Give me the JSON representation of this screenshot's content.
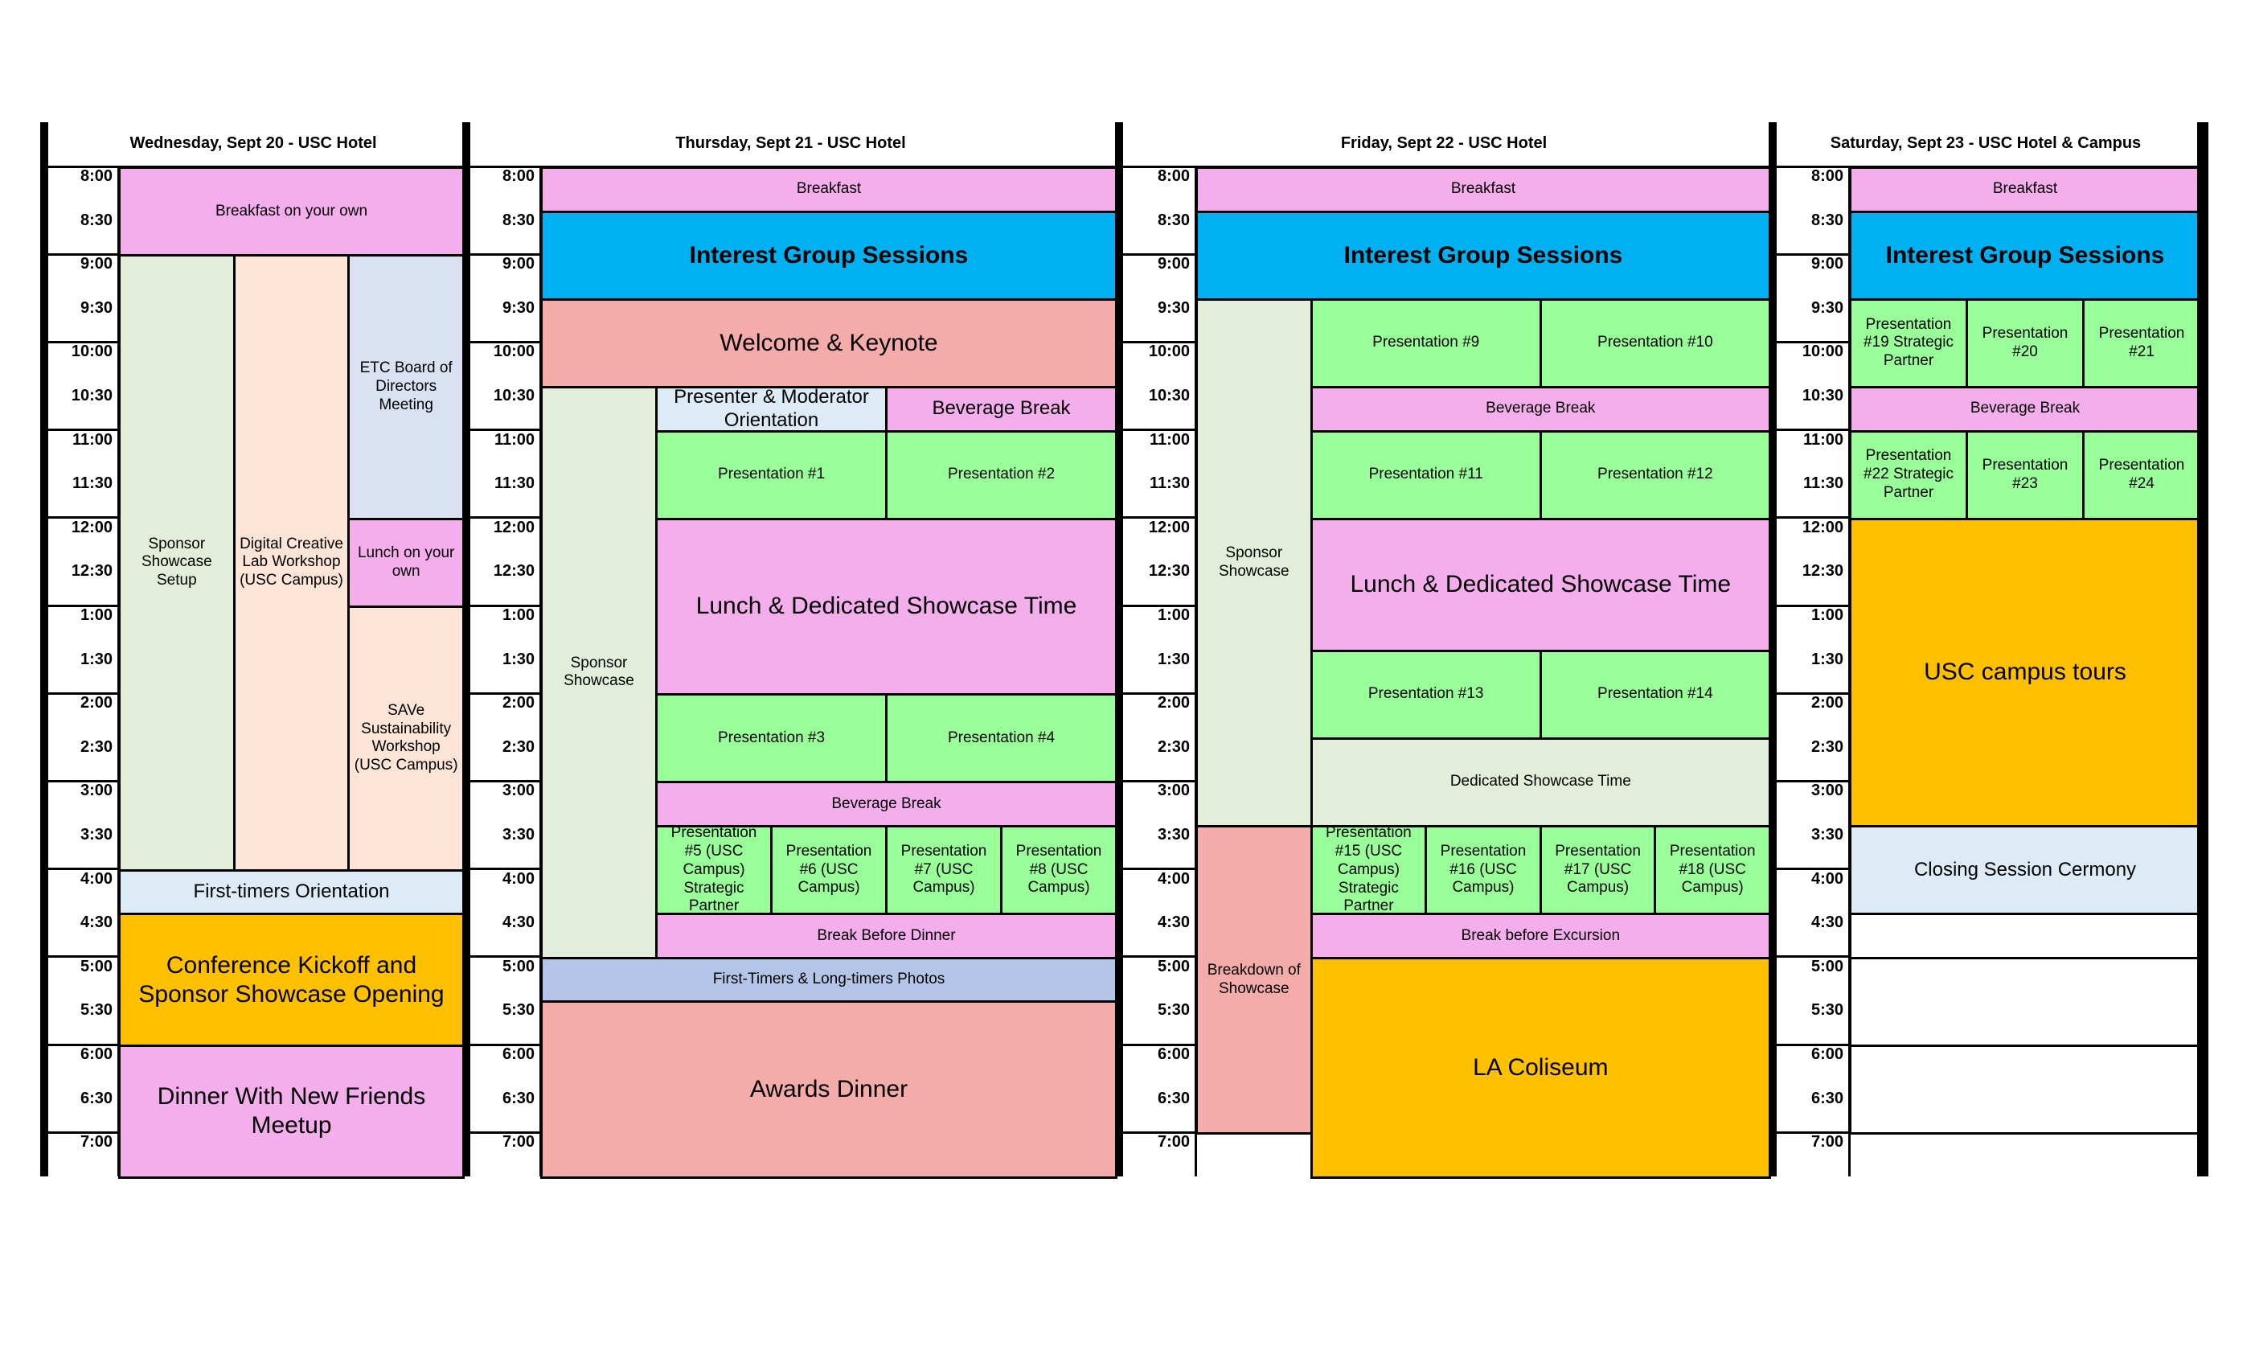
{
  "colors": {
    "pink": "#f4aeec",
    "blue": "#00b0f0",
    "salmon": "#f4acaa",
    "green": "#99ff99",
    "sage": "#e2eed9",
    "peach": "#fce4d6",
    "lavender": "#d9e1f2",
    "lightblue": "#ddebf7",
    "steel": "#b4c6e7",
    "orange": "#ffc000",
    "white": "#ffffff"
  },
  "days": [
    {
      "title": "Wednesday, Sept 20 - USC Hotel",
      "times": [
        "8:00",
        "8:30",
        "9:00",
        "9:30",
        "10:00",
        "10:30",
        "11:00",
        "11:30",
        "12:00",
        "12:30",
        "1:00",
        "1:30",
        "2:00",
        "2:30",
        "3:00",
        "3:30",
        "4:00",
        "4:30",
        "5:00",
        "5:30",
        "6:00",
        "6:30",
        "7:00"
      ],
      "events": [
        {
          "label": "Breakfast on your own",
          "start": 0,
          "end": 2,
          "col": 0,
          "span": 3,
          "ncols": 3,
          "color": "pink",
          "size": "s"
        },
        {
          "label": "Sponsor Showcase Setup",
          "start": 2,
          "end": 16,
          "col": 0,
          "span": 1,
          "ncols": 3,
          "color": "sage",
          "size": "s"
        },
        {
          "label": "Digital Creative Lab Workshop (USC Campus)",
          "start": 2,
          "end": 16,
          "col": 1,
          "span": 1,
          "ncols": 3,
          "color": "peach",
          "size": "s"
        },
        {
          "label": "ETC Board of Directors Meeting",
          "start": 2,
          "end": 8,
          "col": 2,
          "span": 1,
          "ncols": 3,
          "color": "lavender",
          "size": "s"
        },
        {
          "label": "Lunch on your own",
          "start": 8,
          "end": 10,
          "col": 2,
          "span": 1,
          "ncols": 3,
          "color": "pink",
          "size": "s"
        },
        {
          "label": "SAVe Sustainability Workshop (USC Campus)",
          "start": 10,
          "end": 16,
          "col": 2,
          "span": 1,
          "ncols": 3,
          "color": "peach",
          "size": "s"
        },
        {
          "label": "First-timers Orientation",
          "start": 16,
          "end": 17,
          "col": 0,
          "span": 3,
          "ncols": 3,
          "color": "lightblue",
          "size": "m"
        },
        {
          "label": "Conference Kickoff and Sponsor Showcase Opening",
          "start": 17,
          "end": 20,
          "col": 0,
          "span": 3,
          "ncols": 3,
          "color": "orange",
          "size": "l"
        },
        {
          "label": "Dinner With New Friends Meetup",
          "start": 20,
          "end": 23,
          "col": 0,
          "span": 3,
          "ncols": 3,
          "color": "pink",
          "size": "l"
        }
      ]
    },
    {
      "title": "Thursday, Sept 21 - USC Hotel",
      "times": [
        "8:00",
        "8:30",
        "9:00",
        "9:30",
        "10:00",
        "10:30",
        "11:00",
        "11:30",
        "12:00",
        "12:30",
        "1:00",
        "1:30",
        "2:00",
        "2:30",
        "3:00",
        "3:30",
        "4:00",
        "4:30",
        "5:00",
        "5:30",
        "6:00",
        "6:30",
        "7:00"
      ],
      "events": [
        {
          "label": "Breakfast",
          "start": 0,
          "end": 1,
          "col": 0,
          "span": 5,
          "ncols": 5,
          "color": "pink",
          "size": "s"
        },
        {
          "label": "Interest Group Sessions",
          "start": 1,
          "end": 3,
          "col": 0,
          "span": 5,
          "ncols": 5,
          "color": "blue",
          "size": "lb"
        },
        {
          "label": "Welcome & Keynote",
          "start": 3,
          "end": 5,
          "col": 0,
          "span": 5,
          "ncols": 5,
          "color": "salmon",
          "size": "l"
        },
        {
          "label": "Sponsor Showcase",
          "start": 5,
          "end": 18,
          "col": 0,
          "span": 1,
          "ncols": 5,
          "color": "sage",
          "size": "s"
        },
        {
          "label": "Presenter & Moderator Orientation",
          "start": 5,
          "end": 6,
          "col": 1,
          "span": 2,
          "ncols": 5,
          "color": "lightblue",
          "size": "m"
        },
        {
          "label": "Beverage Break",
          "start": 5,
          "end": 6,
          "col": 3,
          "span": 2,
          "ncols": 5,
          "color": "pink",
          "size": "m"
        },
        {
          "label": "Presentation #1",
          "start": 6,
          "end": 8,
          "col": 1,
          "span": 2,
          "ncols": 5,
          "color": "green",
          "size": "s"
        },
        {
          "label": "Presentation #2",
          "start": 6,
          "end": 8,
          "col": 3,
          "span": 2,
          "ncols": 5,
          "color": "green",
          "size": "s"
        },
        {
          "label": "Lunch & Dedicated Showcase Time",
          "start": 8,
          "end": 12,
          "col": 1,
          "span": 4,
          "ncols": 5,
          "color": "pink",
          "size": "l"
        },
        {
          "label": "Presentation #3",
          "start": 12,
          "end": 14,
          "col": 1,
          "span": 2,
          "ncols": 5,
          "color": "green",
          "size": "s"
        },
        {
          "label": "Presentation #4",
          "start": 12,
          "end": 14,
          "col": 3,
          "span": 2,
          "ncols": 5,
          "color": "green",
          "size": "s"
        },
        {
          "label": "Beverage Break",
          "start": 14,
          "end": 15,
          "col": 1,
          "span": 4,
          "ncols": 5,
          "color": "pink",
          "size": "s"
        },
        {
          "label": "Presentation #5 (USC Campus) Strategic Partner",
          "start": 15,
          "end": 17,
          "col": 1,
          "span": 1,
          "ncols": 5,
          "color": "green",
          "size": "s"
        },
        {
          "label": "Presentation #6 (USC Campus)",
          "start": 15,
          "end": 17,
          "col": 2,
          "span": 1,
          "ncols": 5,
          "color": "green",
          "size": "s"
        },
        {
          "label": "Presentation #7 (USC Campus)",
          "start": 15,
          "end": 17,
          "col": 3,
          "span": 1,
          "ncols": 5,
          "color": "green",
          "size": "s"
        },
        {
          "label": "Presentation #8 (USC Campus)",
          "start": 15,
          "end": 17,
          "col": 4,
          "span": 1,
          "ncols": 5,
          "color": "green",
          "size": "s"
        },
        {
          "label": "Break Before Dinner",
          "start": 17,
          "end": 18,
          "col": 1,
          "span": 4,
          "ncols": 5,
          "color": "pink",
          "size": "s"
        },
        {
          "label": "First-Timers & Long-timers Photos",
          "start": 18,
          "end": 19,
          "col": 0,
          "span": 5,
          "ncols": 5,
          "color": "steel",
          "size": "s"
        },
        {
          "label": "Awards Dinner",
          "start": 19,
          "end": 23,
          "col": 0,
          "span": 5,
          "ncols": 5,
          "color": "salmon",
          "size": "l"
        }
      ]
    },
    {
      "title": "Friday, Sept 22 - USC Hotel",
      "times": [
        "8:00",
        "8:30",
        "9:00",
        "9:30",
        "10:00",
        "10:30",
        "11:00",
        "11:30",
        "12:00",
        "12:30",
        "1:00",
        "1:30",
        "2:00",
        "2:30",
        "3:00",
        "3:30",
        "4:00",
        "4:30",
        "5:00",
        "5:30",
        "6:00",
        "6:30",
        "7:00"
      ],
      "events": [
        {
          "label": "Breakfast",
          "start": 0,
          "end": 1,
          "col": 0,
          "span": 5,
          "ncols": 5,
          "color": "pink",
          "size": "s"
        },
        {
          "label": "Interest Group Sessions",
          "start": 1,
          "end": 3,
          "col": 0,
          "span": 5,
          "ncols": 5,
          "color": "blue",
          "size": "lb"
        },
        {
          "label": "Sponsor Showcase",
          "start": 3,
          "end": 15,
          "col": 0,
          "span": 1,
          "ncols": 5,
          "color": "sage",
          "size": "s"
        },
        {
          "label": "Presentation #9",
          "start": 3,
          "end": 5,
          "col": 1,
          "span": 2,
          "ncols": 5,
          "color": "green",
          "size": "s"
        },
        {
          "label": "Presentation #10",
          "start": 3,
          "end": 5,
          "col": 3,
          "span": 2,
          "ncols": 5,
          "color": "green",
          "size": "s"
        },
        {
          "label": "Beverage Break",
          "start": 5,
          "end": 6,
          "col": 1,
          "span": 4,
          "ncols": 5,
          "color": "pink",
          "size": "s"
        },
        {
          "label": "Presentation #11",
          "start": 6,
          "end": 8,
          "col": 1,
          "span": 2,
          "ncols": 5,
          "color": "green",
          "size": "s"
        },
        {
          "label": "Presentation #12",
          "start": 6,
          "end": 8,
          "col": 3,
          "span": 2,
          "ncols": 5,
          "color": "green",
          "size": "s"
        },
        {
          "label": "Lunch & Dedicated Showcase Time",
          "start": 8,
          "end": 11,
          "col": 1,
          "span": 4,
          "ncols": 5,
          "color": "pink",
          "size": "l"
        },
        {
          "label": "Presentation #13",
          "start": 11,
          "end": 13,
          "col": 1,
          "span": 2,
          "ncols": 5,
          "color": "green",
          "size": "s"
        },
        {
          "label": "Presentation #14",
          "start": 11,
          "end": 13,
          "col": 3,
          "span": 2,
          "ncols": 5,
          "color": "green",
          "size": "s"
        },
        {
          "label": "Dedicated Showcase Time",
          "start": 13,
          "end": 15,
          "col": 1,
          "span": 4,
          "ncols": 5,
          "color": "sage",
          "size": "s"
        },
        {
          "label": "Breakdown of Showcase",
          "start": 15,
          "end": 22,
          "col": 0,
          "span": 1,
          "ncols": 5,
          "color": "salmon",
          "size": "s"
        },
        {
          "label": "Presentation #15 (USC Campus) Strategic Partner",
          "start": 15,
          "end": 17,
          "col": 1,
          "span": 1,
          "ncols": 5,
          "color": "green",
          "size": "s"
        },
        {
          "label": "Presentation #16 (USC Campus)",
          "start": 15,
          "end": 17,
          "col": 2,
          "span": 1,
          "ncols": 5,
          "color": "green",
          "size": "s"
        },
        {
          "label": "Presentation #17  (USC Campus)",
          "start": 15,
          "end": 17,
          "col": 3,
          "span": 1,
          "ncols": 5,
          "color": "green",
          "size": "s"
        },
        {
          "label": "Presentation #18  (USC Campus)",
          "start": 15,
          "end": 17,
          "col": 4,
          "span": 1,
          "ncols": 5,
          "color": "green",
          "size": "s"
        },
        {
          "label": "Break before Excursion",
          "start": 17,
          "end": 18,
          "col": 1,
          "span": 4,
          "ncols": 5,
          "color": "pink",
          "size": "s"
        },
        {
          "label": "LA Coliseum",
          "start": 18,
          "end": 23,
          "col": 1,
          "span": 4,
          "ncols": 5,
          "color": "orange",
          "size": "l"
        }
      ]
    },
    {
      "title": "Saturday, Sept 23 - USC Hotel & Campus",
      "times": [
        "8:00",
        "8:30",
        "9:00",
        "9:30",
        "10:00",
        "10:30",
        "11:00",
        "11:30",
        "12:00",
        "12:30",
        "1:00",
        "1:30",
        "2:00",
        "2:30",
        "3:00",
        "3:30",
        "4:00",
        "4:30",
        "5:00",
        "5:30",
        "6:00",
        "6:30",
        "7:00"
      ],
      "events": [
        {
          "label": "Breakfast",
          "start": 0,
          "end": 1,
          "col": 0,
          "span": 3,
          "ncols": 3,
          "color": "pink",
          "size": "s"
        },
        {
          "label": "Interest Group Sessions",
          "start": 1,
          "end": 3,
          "col": 0,
          "span": 3,
          "ncols": 3,
          "color": "blue",
          "size": "lb"
        },
        {
          "label": "Presentation #19 Strategic Partner",
          "start": 3,
          "end": 5,
          "col": 0,
          "span": 1,
          "ncols": 3,
          "color": "green",
          "size": "s"
        },
        {
          "label": "Presentation #20",
          "start": 3,
          "end": 5,
          "col": 1,
          "span": 1,
          "ncols": 3,
          "color": "green",
          "size": "s"
        },
        {
          "label": "Presentation #21",
          "start": 3,
          "end": 5,
          "col": 2,
          "span": 1,
          "ncols": 3,
          "color": "green",
          "size": "s"
        },
        {
          "label": "Beverage Break",
          "start": 5,
          "end": 6,
          "col": 0,
          "span": 3,
          "ncols": 3,
          "color": "pink",
          "size": "s"
        },
        {
          "label": "Presentation #22 Strategic Partner",
          "start": 6,
          "end": 8,
          "col": 0,
          "span": 1,
          "ncols": 3,
          "color": "green",
          "size": "s"
        },
        {
          "label": "Presentation #23",
          "start": 6,
          "end": 8,
          "col": 1,
          "span": 1,
          "ncols": 3,
          "color": "green",
          "size": "s"
        },
        {
          "label": "Presentation #24",
          "start": 6,
          "end": 8,
          "col": 2,
          "span": 1,
          "ncols": 3,
          "color": "green",
          "size": "s"
        },
        {
          "label": "USC campus tours",
          "start": 8,
          "end": 15,
          "col": 0,
          "span": 3,
          "ncols": 3,
          "color": "orange",
          "size": "l"
        },
        {
          "label": "Closing Session Cermony",
          "start": 15,
          "end": 17,
          "col": 0,
          "span": 3,
          "ncols": 3,
          "color": "lightblue",
          "size": "m"
        },
        {
          "label": "",
          "start": 17,
          "end": 18,
          "col": 0,
          "span": 3,
          "ncols": 3,
          "color": "white",
          "size": "s"
        },
        {
          "label": "",
          "start": 18,
          "end": 20,
          "col": 0,
          "span": 3,
          "ncols": 3,
          "color": "white",
          "size": "s"
        },
        {
          "label": "",
          "start": 20,
          "end": 22,
          "col": 0,
          "span": 3,
          "ncols": 3,
          "color": "white",
          "size": "s"
        }
      ]
    }
  ]
}
